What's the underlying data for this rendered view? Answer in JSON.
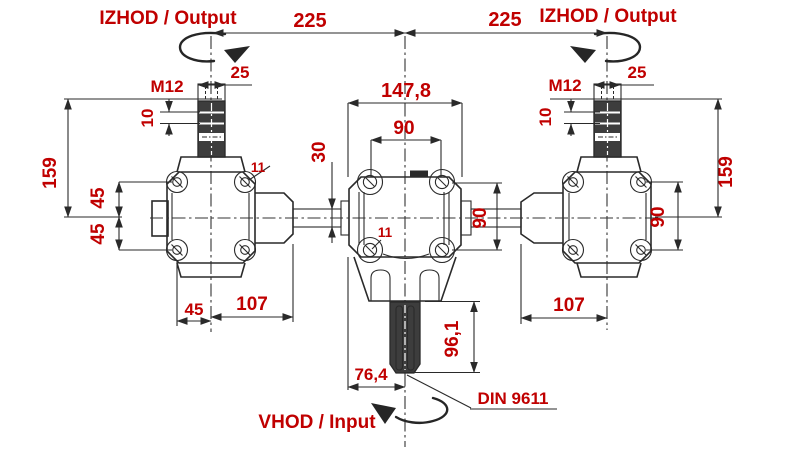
{
  "drawing": {
    "labels": {
      "output_left": "IZHOD / Output",
      "output_right": "IZHOD / Output",
      "input": "VHOD / Input",
      "spline_standard": "DIN 9611"
    },
    "dimensions": {
      "span_left": "225",
      "span_right": "225",
      "thread_left": "M12",
      "thread_right": "M12",
      "stub_width_left": "25",
      "stub_width_right": "25",
      "keyway_left": "10",
      "keyway_right": "10",
      "height_left": "159",
      "height_right": "159",
      "left_bolt_upper": "45",
      "left_bolt_lower": "45",
      "left_foot_inner": "45",
      "left_foot_outer": "107",
      "center_width": "147,8",
      "center_bolt_width": "90",
      "connect_shaft_dia": "30",
      "left_bolt_hole": "11",
      "center_bolt_hole": "11",
      "center_bolt_height": "90",
      "right_bolt_height": "90",
      "right_foot": "107",
      "input_shaft_length": "96,1",
      "input_offset": "76,4"
    },
    "colors": {
      "dimension_red": "#c00000",
      "line_dark": "#2a2a2a",
      "shaft_dark": "#3d3d3d",
      "background": "#ffffff"
    }
  }
}
